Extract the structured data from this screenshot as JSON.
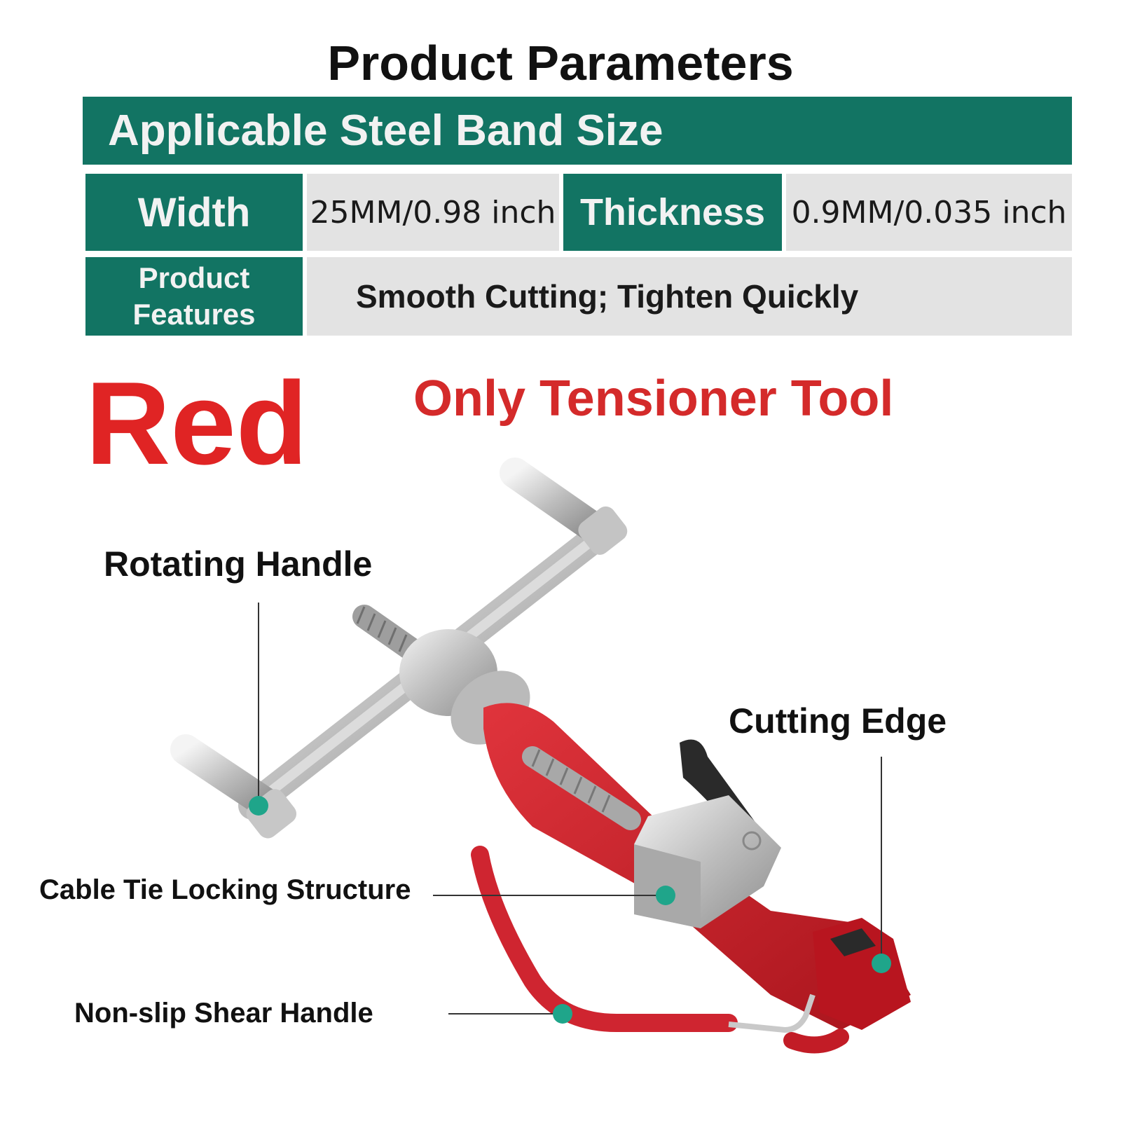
{
  "title": "Product Parameters",
  "band_header": "Applicable Steel Band Size",
  "specs": {
    "width_label": "Width",
    "width_value": "25MM/0.98 inch",
    "thickness_label": "Thickness",
    "thickness_value": "0.9MM/0.035 inch",
    "features_label_line1": "Product",
    "features_label_line2": "Features",
    "features_value": "Smooth Cutting; Tighten Quickly"
  },
  "color_word": "Red",
  "subtitle": "Only Tensioner Tool",
  "callouts": {
    "rotating_handle": "Rotating Handle",
    "cutting_edge": "Cutting Edge",
    "locking_structure": "Cable Tie Locking Structure",
    "shear_handle": "Non-slip Shear Handle"
  },
  "colors": {
    "table_green": "#127463",
    "table_grey": "#e3e3e3",
    "accent_red": "#e02424",
    "tool_red": "#c8202a",
    "marker_teal": "#1fa58a"
  }
}
